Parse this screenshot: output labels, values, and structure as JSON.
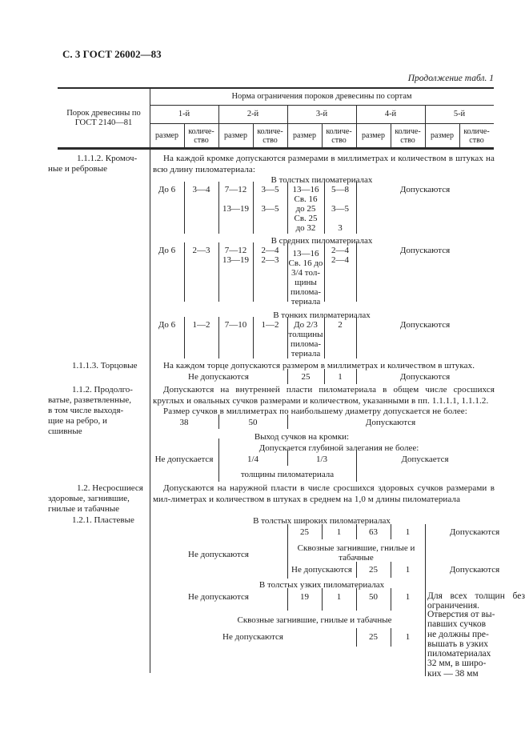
{
  "page": {
    "title": "С. 3 ГОСТ 26002—83",
    "continuation": "Продолжение табл. 1"
  },
  "header": {
    "defect_col": "Порок древесины по ГОСТ 2140—81",
    "norm_title": "Норма ограничения пороков древесины по сортам",
    "grades": [
      "1-й",
      "2-й",
      "3-й",
      "4-й",
      "5-й"
    ],
    "size": "размер",
    "qty": "количе-ство"
  },
  "s1112": {
    "label": "1.1.1.2. Кромоч-\nные и ребровые",
    "intro": "На каждой кромке допускаются размерами в миллиметрах и количеством в штуках на всю длину пиломатериала:",
    "thick_title": "В толстых пиломатериалах",
    "thick": [
      "До 6",
      "3—4",
      "7—12\n\n13—19",
      "3—5\n\n3—5",
      "13—16\nСв. 16\nдо 25\nСв. 25\nдо 32",
      "5—8\n\n3—5\n\n3",
      "Допускаются"
    ],
    "medium_title": "В средних пиломатериалах",
    "medium": [
      "До 6",
      "2—3",
      "7—12\n13—19",
      "2—4\n2—3",
      "13—16\nСв. 16 до\n3/4 тол-\nщины\nпилома-\nтериала",
      "2—4\n2—4",
      "Допускаются"
    ],
    "thin_title": "В тонких пиломатериалах",
    "thin": [
      "До 6",
      "1—2",
      "7—10",
      "1—2",
      "До 2/3\nтолщины\nпилома-\nтериала",
      "2",
      "Допускаются"
    ]
  },
  "s1113": {
    "label": "1.1.1.3. Торцовые",
    "intro": "На каждом торце допускаются размером в миллиметрах и количеством в штуках.",
    "row": [
      "Не допускаются",
      "25",
      "1",
      "Допускаются"
    ]
  },
  "s112": {
    "label": "1.1.2. Продолго-\nватые, разветвленные,\nв том числе выходя-\nщие на ребро, и\nсшивные",
    "intro": "Допускаются на внутренней пласти пиломатериала в общем числе сросшихся круглых и овальных сучков размерами и количеством, указанными в пп. 1.1.1.1, 1.1.1.2.",
    "size_line": "Размер сучков в миллиметрах по наибольшему диаметру допускается не более:",
    "row1": [
      "38",
      "50",
      "Допускаются"
    ],
    "edge_line": "Выход сучков на кромки:",
    "depth_line": "Допускается глубиной залегания не более:",
    "row2": [
      "Не допускается",
      "1/4",
      "1/3",
      "Допускается"
    ],
    "thickness_line": "толщины пиломатериала"
  },
  "s12": {
    "label": "1.2. Несросшиеся\nздоровые, загнившие,\nгнилые и табачные",
    "intro": "Допускаются на наружной пласти в числе сросшихся здоровых сучков размерами в мил-лиметрах и количеством в штуках в среднем на 1,0 м длины пиломатериала"
  },
  "s121": {
    "label": "1.2.1. Пластевые",
    "wide_title": "В толстых широких пиломатериалах",
    "rowA": [
      "25",
      "1",
      "63",
      "1",
      "Допускаются"
    ],
    "not_allowed_12": "Не допускаются",
    "through_title": "Сквозные загнившие, гнилые и\nтабачные",
    "rowC": [
      "Не допускаются",
      "25",
      "1",
      "Допускаются"
    ],
    "narrow_title": "В толстых узких пиломатериалах",
    "rowD": [
      "Не допускаются",
      "19",
      "1",
      "50",
      "1"
    ],
    "note_d": "Для всех толщин без ограничения.",
    "through_title2": "Сквозные загнившие, гнилые и табачные",
    "rowE": [
      "Не допускаются",
      "25",
      "1"
    ],
    "note_e": "Отверстия от вы-\nпавших сучков\nне должны пре-\nвышать в узких\nпиломатериалах\n32 мм, в широ-\nких — 38 мм"
  }
}
